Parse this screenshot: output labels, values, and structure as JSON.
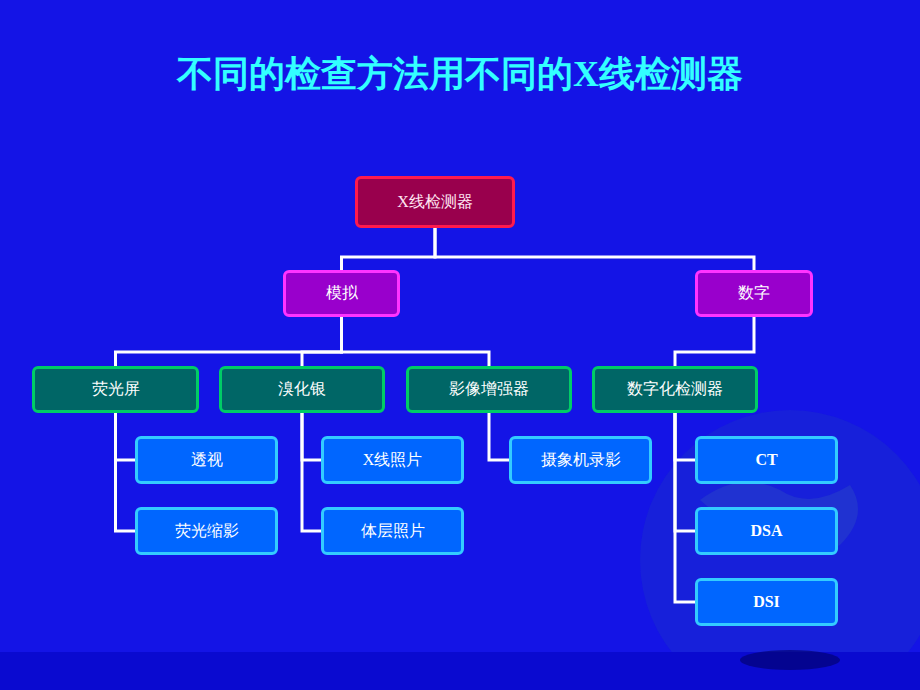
{
  "diagram": {
    "title": "不同的检查方法用不同的X线检测器",
    "nodes": [
      {
        "text": [
          "X线检测器"
        ]
      },
      {
        "text": [
          "模拟"
        ]
      },
      {
        "text": [
          "数字"
        ]
      },
      {
        "text": [
          "荧光屏"
        ]
      },
      {
        "text": [
          "溴化银"
        ]
      },
      {
        "text": [
          "影像增强器"
        ]
      },
      {
        "text": [
          "数字化检测器"
        ]
      },
      {
        "text": [
          "透视"
        ]
      },
      {
        "text": [
          "荧光缩影"
        ]
      },
      {
        "text": [
          "X线照片"
        ]
      },
      {
        "text": [
          "体层照片"
        ]
      },
      {
        "text": [
          "摄象机录影"
        ]
      },
      {
        "text": [
          "CT"
        ]
      },
      {
        "text": [
          "DSA"
        ]
      },
      {
        "text": [
          "DSI"
        ]
      }
    ],
    "edges": [
      {
        "from": 0,
        "to": 1,
        "arrow": "none"
      },
      {
        "from": 0,
        "to": 2,
        "arrow": "none"
      },
      {
        "from": 1,
        "to": 3,
        "arrow": "none"
      },
      {
        "from": 1,
        "to": 4,
        "arrow": "none"
      },
      {
        "from": 1,
        "to": 5,
        "arrow": "none"
      },
      {
        "from": 2,
        "to": 6,
        "arrow": "none"
      },
      {
        "from": 3,
        "to": 7,
        "arrow": "none"
      },
      {
        "from": 3,
        "to": 8,
        "arrow": "none"
      },
      {
        "from": 4,
        "to": 9,
        "arrow": "none"
      },
      {
        "from": 4,
        "to": 10,
        "arrow": "none"
      },
      {
        "from": 5,
        "to": 11,
        "arrow": "none"
      },
      {
        "from": 6,
        "to": 12,
        "arrow": "none"
      },
      {
        "from": 6,
        "to": 13,
        "arrow": "none"
      },
      {
        "from": 6,
        "to": 14,
        "arrow": "none"
      }
    ]
  }
}
